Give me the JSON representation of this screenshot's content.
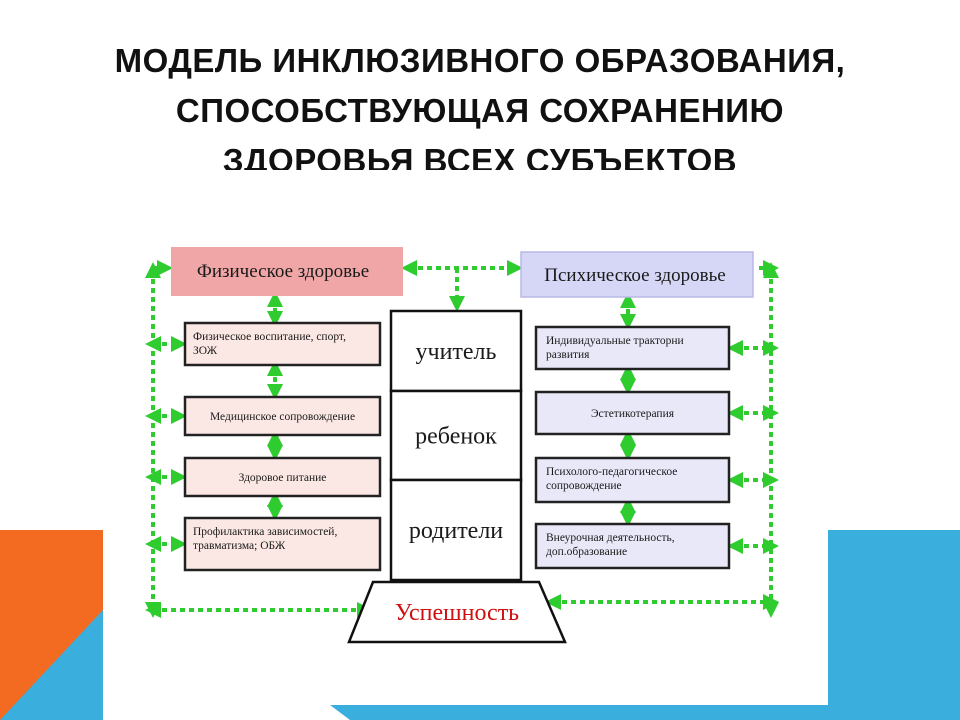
{
  "title": {
    "lines": [
      "МОДЕЛЬ ИНКЛЮЗИВНОГО ОБРАЗОВАНИЯ,",
      "СПОСОБСТВУЮЩАЯ СОХРАНЕНИЮ",
      "ЗДОРОВЬЯ ВСЕХ СУБЪЕКТОВ"
    ]
  },
  "theme": {
    "accent_orange": "#f26b21",
    "accent_blue": "#3aaedc",
    "arrow_green": "#2ecc2e",
    "physical_header_fill": "#f0a6a6",
    "physical_item_fill": "#fbe8e4",
    "psych_header_fill": "#d6d6f6",
    "psych_item_fill": "#e8e8f8"
  },
  "diagram": {
    "physical": {
      "header": "Физическое здоровье",
      "items": [
        [
          "Физическое воспитание, спорт,",
          "ЗОЖ"
        ],
        [
          "Медицинское сопровождение"
        ],
        [
          "Здоровое питание"
        ],
        [
          "Профилактика зависимостей,",
          "травматизма; ОБЖ"
        ]
      ]
    },
    "psychological": {
      "header": "Психическое здоровье",
      "items": [
        [
          "Индивидуальные тракторни",
          "развития"
        ],
        [
          "Эстетикотерапия"
        ],
        [
          "Психолого-педагогическое",
          "сопровождение"
        ],
        [
          "Внеурочная деятельность,",
          "доп.образование"
        ]
      ]
    },
    "center": [
      "учитель",
      "ребенок",
      "родители"
    ],
    "base": "Успешность"
  }
}
